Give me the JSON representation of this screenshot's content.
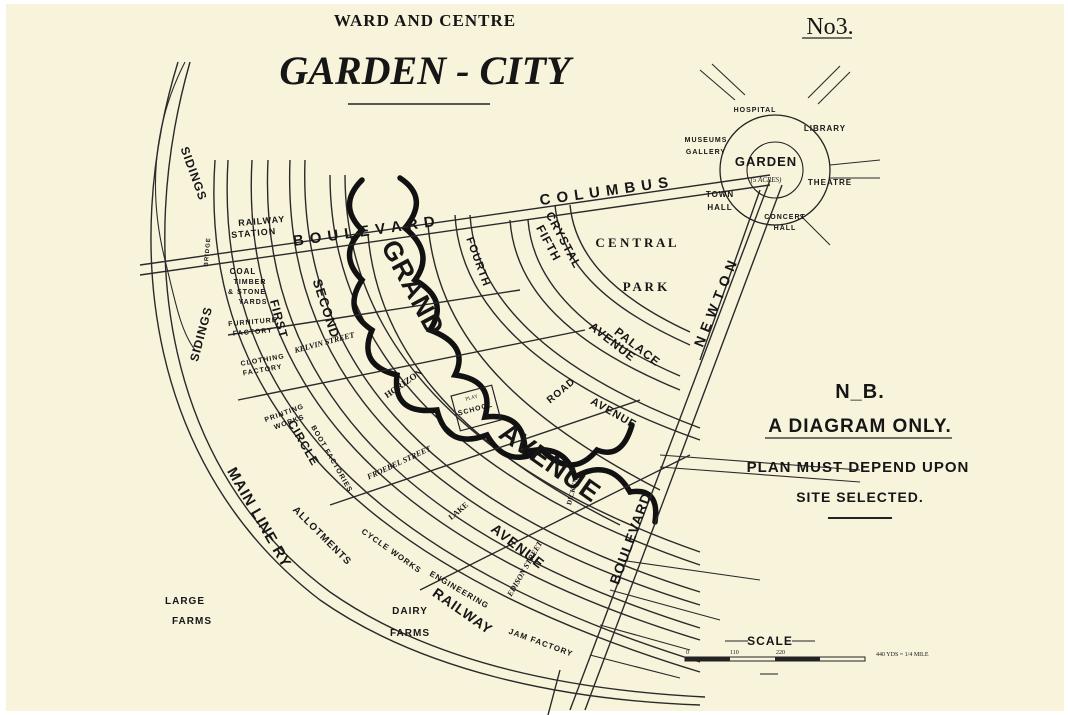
{
  "header": {
    "supertitle": "WARD AND CENTRE",
    "title": "GARDEN - CITY",
    "plate_number": "No3."
  },
  "note": {
    "nb": "N_B.",
    "line1": "A DIAGRAM ONLY.",
    "line2": "PLAN MUST DEPEND UPON",
    "line3": "SITE SELECTED."
  },
  "scale": {
    "label": "SCALE",
    "ticks": [
      "0",
      "110",
      "220"
    ],
    "caption": "440 YDS = 1/4 MILE"
  },
  "centre": {
    "garden": "GARDEN",
    "garden_acres": "(5 ACRES)",
    "hospital": "HOSPITAL",
    "library": "LIBRARY",
    "museums": "MUSEUMS",
    "gallery": "GALLERY",
    "theatre": "THEATRE",
    "town": "TOWN",
    "hall": "HALL",
    "concert": "CONCERT",
    "concert_hall": "HALL",
    "central": "C E N T R A L",
    "park": "P A R K"
  },
  "streets": {
    "columbus": "C O L U M B U S",
    "boulevard_top": "B O U L E V A R D",
    "newton": "N E W T O N",
    "grand": "GRAND",
    "avenue": "AVENUE",
    "crystal": "CRYSTAL",
    "palace": "PALACE",
    "fifth": "FIFTH",
    "fifth_avenue": "AVENUE",
    "fourth": "FOURTH",
    "fourth_road": "ROAD",
    "fourth_avenue": "AVENUE",
    "boulevard_right": "BOULEVARD",
    "second": "SECOND",
    "second_avenue": "AVENUE",
    "first": "FIRST",
    "circle": "CIRCLE",
    "kelvin": "KELVIN STREET",
    "froebel": "FROEBEL STREET",
    "dickens": "DICKENS",
    "lake": "LAKE",
    "edison": "EDISON STREET",
    "horizontal": "HORIZON",
    "main_line": "MAIN LINE RY",
    "railway": "RAILWAY",
    "sidings_top": "SIDINGS",
    "sidings_left": "SIDINGS",
    "bridge": "BRIDGE"
  },
  "places": {
    "railway_station_1": "RAILWAY",
    "railway_station_2": "STATION",
    "coal_1": "COAL",
    "coal_2": "TIMBER",
    "coal_3": "& STONE",
    "coal_4": "YARDS",
    "furniture_1": "FURNITURE",
    "furniture_2": "FACTORY",
    "clothing_1": "CLOTHING",
    "clothing_2": "FACTORY",
    "printing_1": "PRINTING",
    "printing_2": "WORKS",
    "boot": "BOOT FACTORIES",
    "cycle": "CYCLE WORKS",
    "engineering": "ENGINEERING",
    "jam": "JAM FACTORY",
    "school": "SCHOOL",
    "play": "PLAY",
    "allotments": "ALLOTMENTS",
    "dairy_1": "DAIRY",
    "dairy_2": "FARMS",
    "large_1": "LARGE",
    "large_2": "FARMS"
  },
  "colors": {
    "paper": "#f8f4dc",
    "ink": "#161616"
  }
}
